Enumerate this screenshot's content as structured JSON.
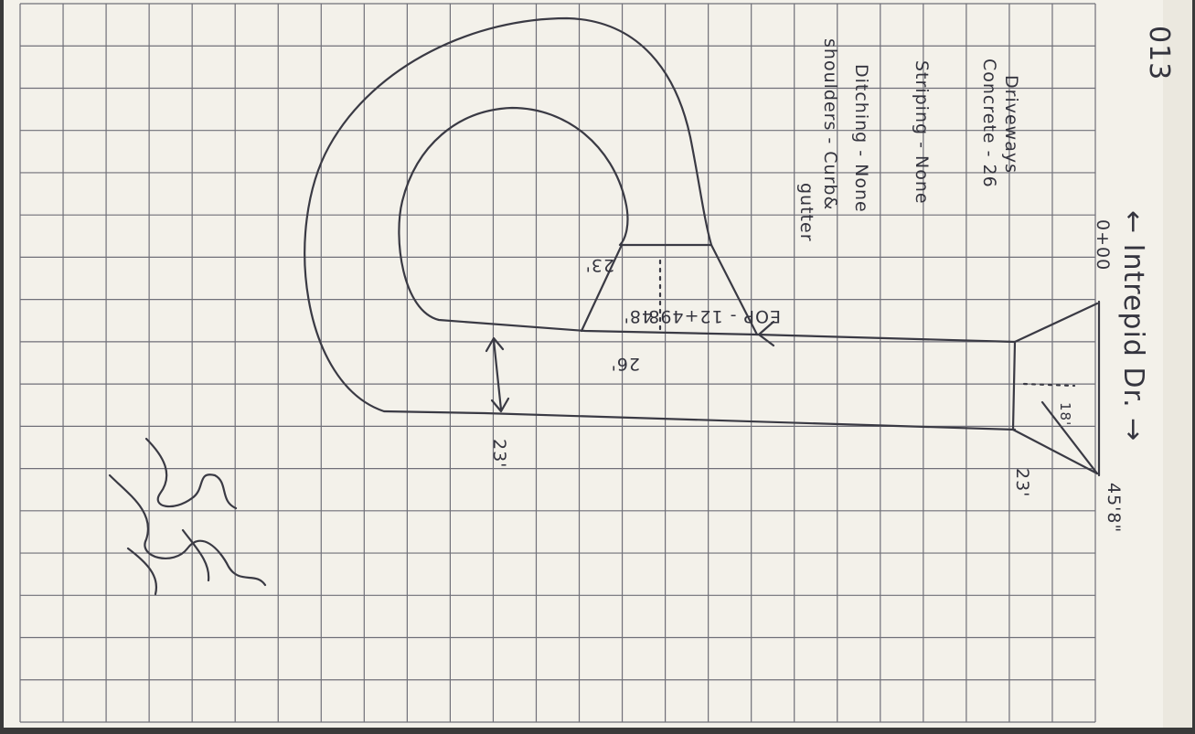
{
  "sheet": {
    "paper_color": "#f3f1ea",
    "grid_color": "#6f6f78",
    "ink_color": "#34343e"
  },
  "header": {
    "section_id": "013",
    "street_name": "← Intrepid Dr. →",
    "station": "0+00",
    "length": "45'8\""
  },
  "notes": {
    "line1": "Driveways",
    "line2": "Concrete - 26",
    "line3": "Striping - None",
    "line4": "Ditching - None",
    "line5": "shoulders - Curb&",
    "line6": "gutter"
  },
  "dimensions": {
    "eop_station": "EOP - 12+498",
    "inner_width": "23'",
    "inner_depth": "48'",
    "loop_width": "26'",
    "road_width": "23'",
    "entrance_width": "23'",
    "entrance_depth": "18'"
  }
}
